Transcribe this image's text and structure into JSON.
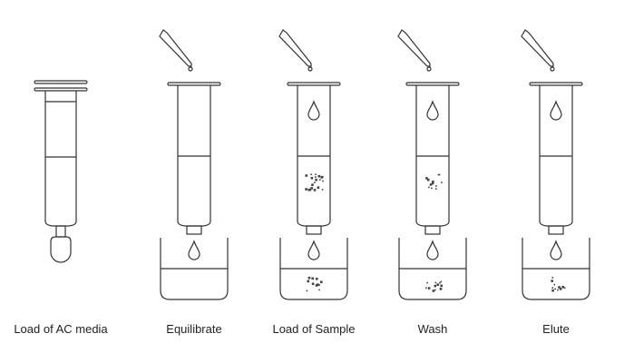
{
  "steps": [
    {
      "label": "Load of AC media"
    },
    {
      "label": "Equilibrate"
    },
    {
      "label": "Load of Sample"
    },
    {
      "label": "Wash"
    },
    {
      "label": "Elute"
    }
  ],
  "colors": {
    "stroke": "#333333",
    "particle": "#444444"
  }
}
